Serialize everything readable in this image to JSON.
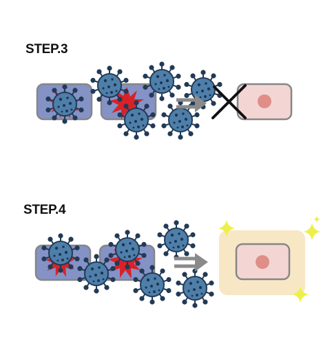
{
  "steps": [
    {
      "label": "STEP.3"
    },
    {
      "label": "STEP.4"
    }
  ],
  "colors": {
    "infected_cell_fill": "#8492c6",
    "infected_cell_border": "#868686",
    "burst_red": "#d92228",
    "virus_body": "#4e7faa",
    "virus_outline": "#223a56",
    "virus_spots": "#1e3550",
    "healthy_cell_fill": "#f3d6d4",
    "healthy_cell_nucleus": "#df8f88",
    "cross_mark": "#111111",
    "arrow_gray": "#8a8a8a",
    "protected_glow": "#f8e7c5",
    "sparkle_yellow": "#eef04a"
  },
  "icons": [
    "infected-cell",
    "virus-icon",
    "burst",
    "double-arrow-icon",
    "cross-mark-icon",
    "healthy-cell",
    "sparkle-icon"
  ]
}
